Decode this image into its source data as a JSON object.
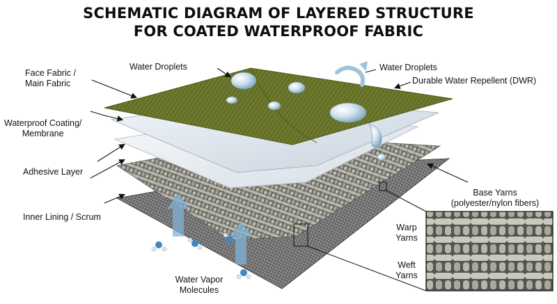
{
  "title": {
    "line1": "SCHEMATIC DIAGRAM OF LAYERED STRUCTURE",
    "line2": "FOR COATED WATERPROOF FABRIC"
  },
  "labels": {
    "face_fabric": {
      "line1": "Face Fabric /",
      "line2": "Main Fabric"
    },
    "water_droplets_top": "Water Droplets",
    "water_droplets_right": "Water Droplets",
    "dwr": "Durable Water Repellent (DWR)",
    "waterproof_coating": {
      "line1": "Waterproof Coating/",
      "line2": "Membrane"
    },
    "adhesive_layer": "Adhesive Layer",
    "inner_lining": "Inner Lining / Scrum",
    "base_yarns": {
      "line1": "Base Yarns",
      "line2": "(polyester/nylon fibers)"
    },
    "warp_yarns": {
      "line1": "Warp",
      "line2": "Yarns"
    },
    "weft_yarns": {
      "line1": "Weft",
      "line2": "Yarns"
    },
    "water_vapor": {
      "line1": "Water Vapor",
      "line2": "Molecules"
    }
  },
  "colors": {
    "face_fabric": "#6f7a2e",
    "membrane": "#dfe7ef",
    "adhesive": "#e9eef3",
    "yarn": "#9a9a92",
    "scrim": "#4a4a4a",
    "vapor_arrow": "#7fb2d9",
    "molecule": "#3f86c6"
  }
}
